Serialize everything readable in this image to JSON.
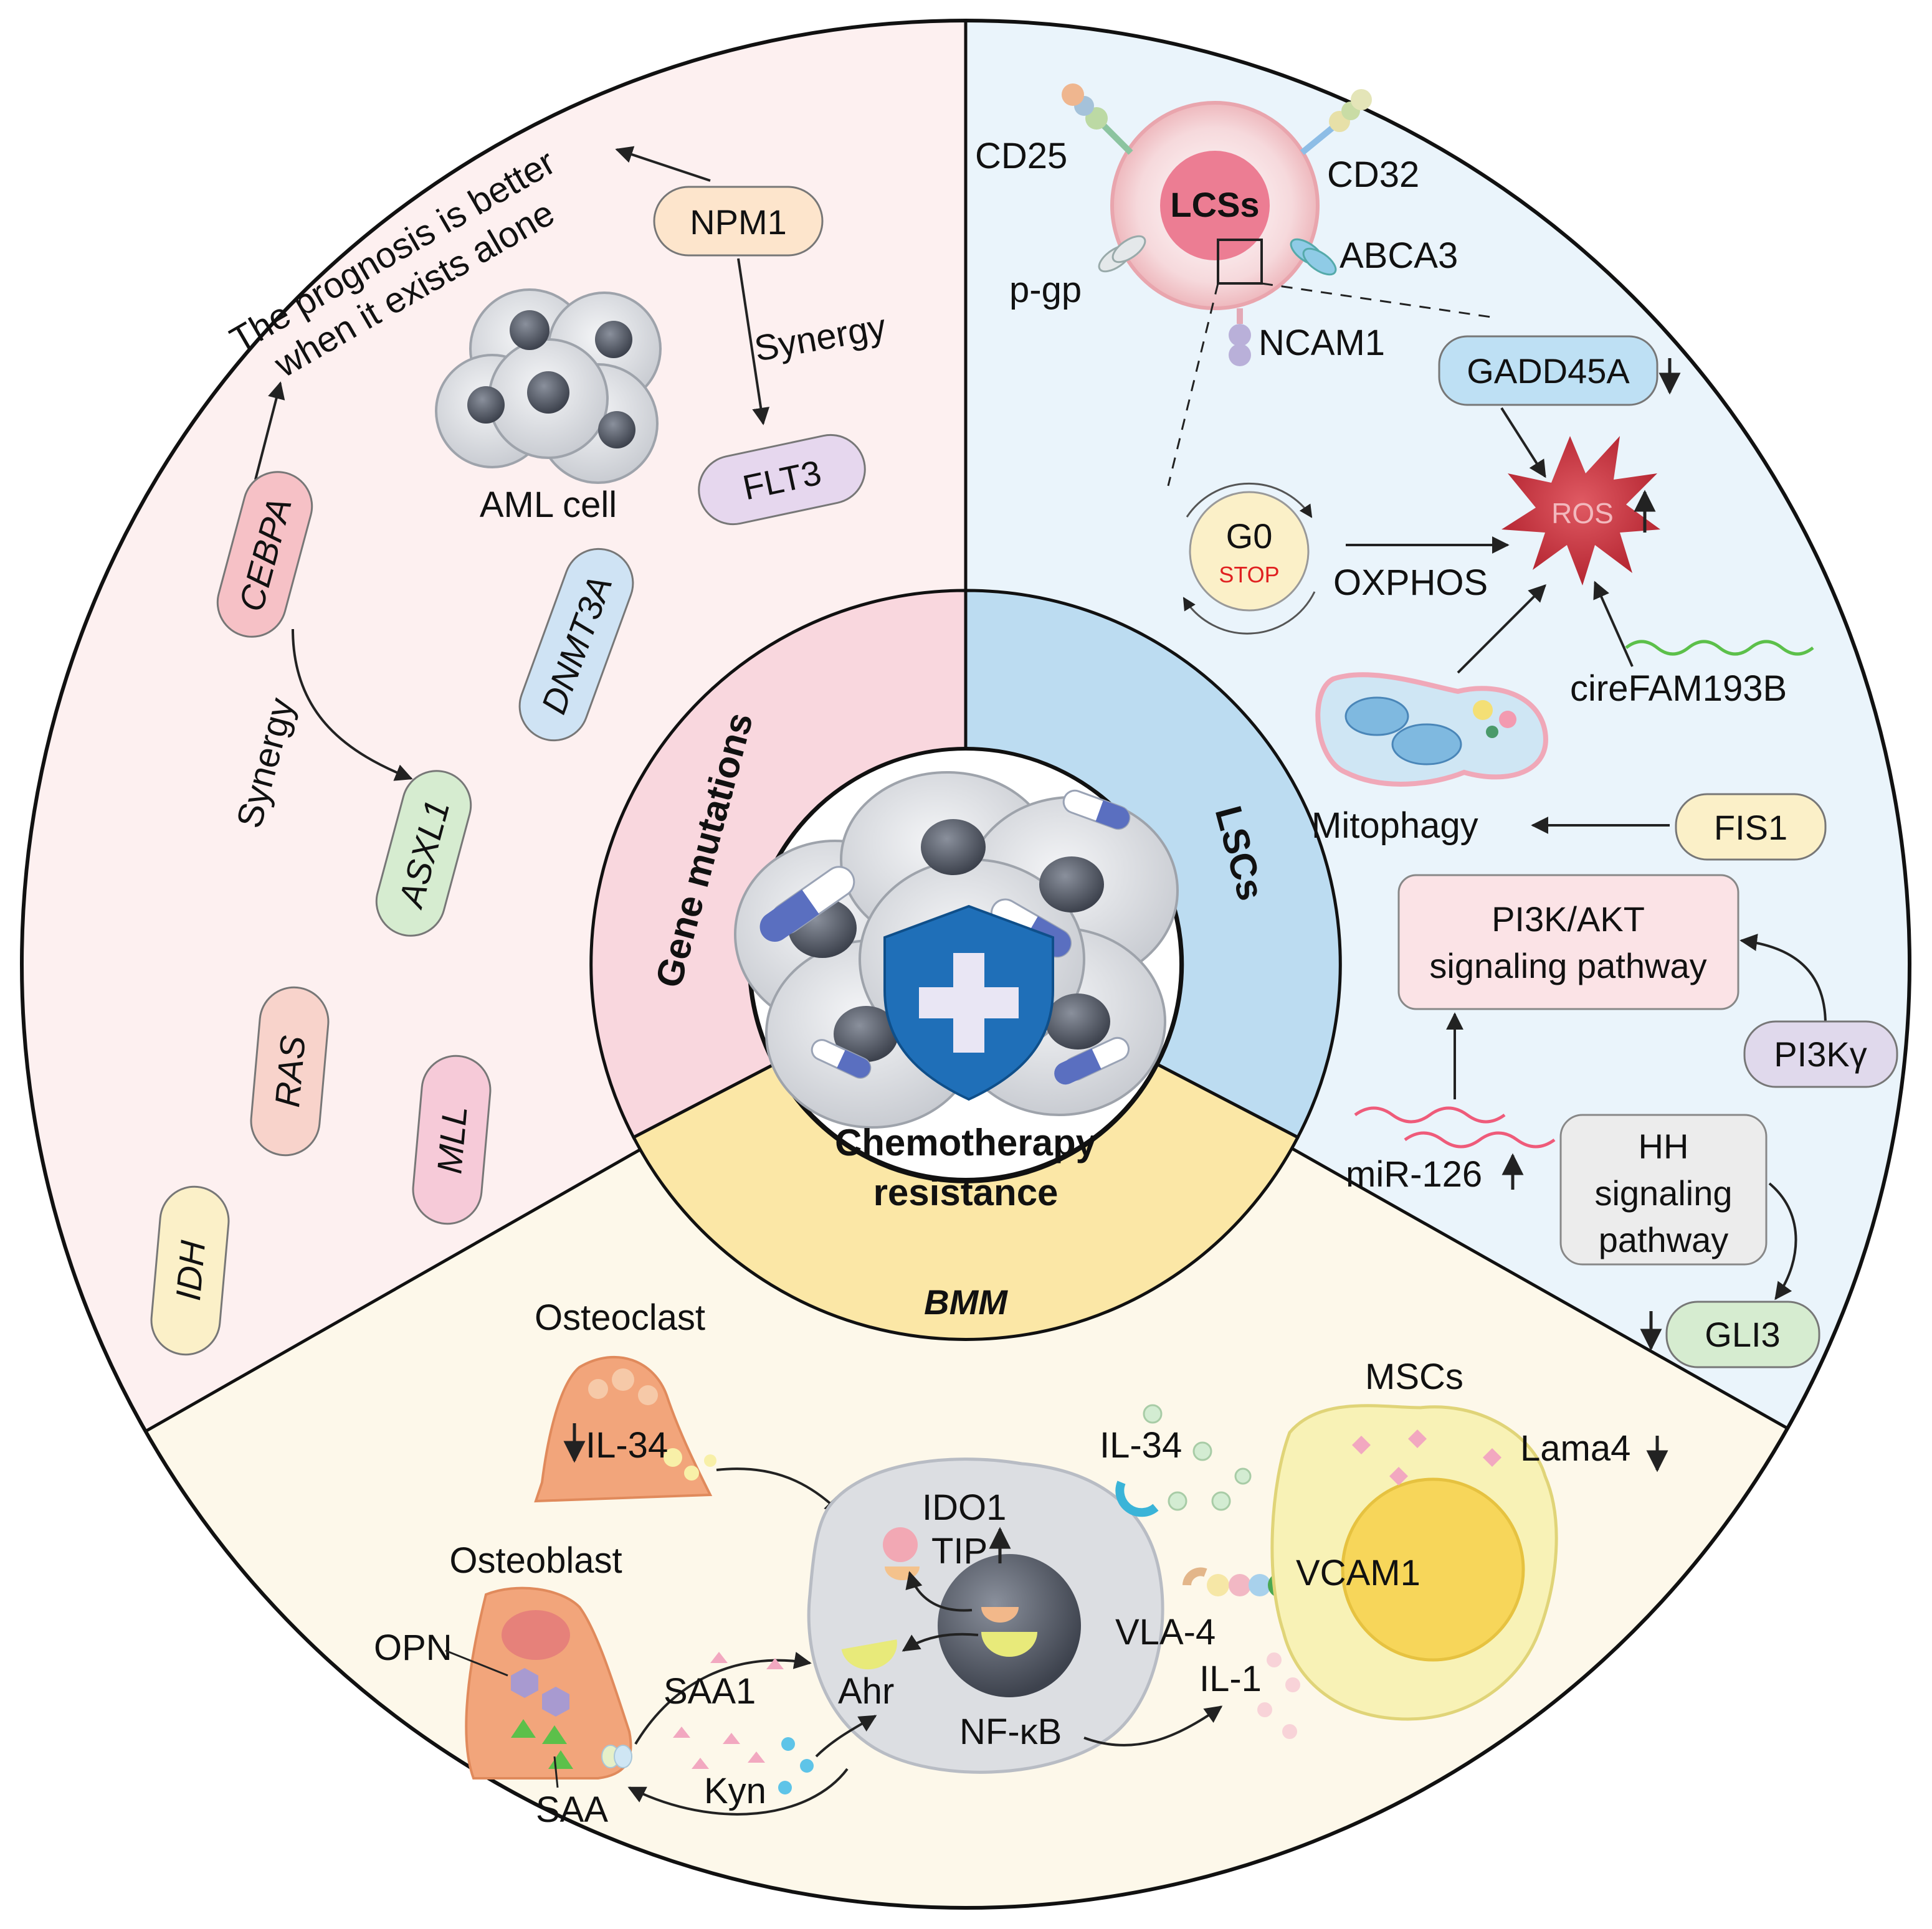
{
  "sections": {
    "inner_ring": {
      "gene": "Gene mutations",
      "lscs": "LSCs",
      "bmm": "BMM"
    },
    "center": {
      "line1": "Chemotherapy",
      "line2": "resistance"
    }
  },
  "gene_mutations": {
    "prognosis": {
      "line1": "The prognosis is better",
      "line2": "when it exists alone"
    },
    "npm1": "NPM1",
    "flt3": "FLT3",
    "synergy_top": "Synergy",
    "aml_cell": "AML cell",
    "cebpa": "CEBPA",
    "dnmt3a": "DNMT3A",
    "synergy_left": "Synergy",
    "asxl1": "ASXL1",
    "ras": "RAS",
    "mll": "MLL",
    "idh": "IDH"
  },
  "lscs": {
    "lcss": "LCSs",
    "cd25": "CD25",
    "cd32": "CD32",
    "pgp": "p-gp",
    "abca3": "ABCA3",
    "ncam1": "NCAM1",
    "gadd45a": "GADD45A",
    "ros": "ROS",
    "g0": "G0",
    "stop": "STOP",
    "oxphos": "OXPHOS",
    "cirefam": "cireFAM193B",
    "mitophagy": "Mitophagy",
    "fis1": "FIS1",
    "pi3k_line1": "PI3K/AKT",
    "pi3k_line2": "signaling pathway",
    "pi3kg": "PI3Kγ",
    "mir126": "miR-126",
    "hh_line1": "HH",
    "hh_line2": "signaling",
    "hh_line3": "pathway",
    "gli3": "GLI3"
  },
  "bmm": {
    "osteoclast": "Osteoclast",
    "il34_a": "IL-34",
    "il34_b": "IL-34",
    "ido1": "IDO1",
    "tip": "TIP",
    "osteoblast": "Osteoblast",
    "opn": "OPN",
    "saa1": "SAA1",
    "ahr": "Ahr",
    "saa": "SAA",
    "kyn": "Kyn",
    "nfkb": "NF-κB",
    "vla4": "VLA-4",
    "il1": "IL-1",
    "mscs": "MSCs",
    "lama4": "Lama4",
    "vcam1": "VCAM1"
  },
  "colors": {
    "gene_bg": "#fdf0f0",
    "lscs_bg": "#eaf4fb",
    "bmm_bg": "#fdf8ea",
    "ring_gene": "#f9d7de",
    "ring_lscs": "#bcdcf1",
    "ring_bmm": "#fbe7a6",
    "shield": "#1f6fb8"
  }
}
